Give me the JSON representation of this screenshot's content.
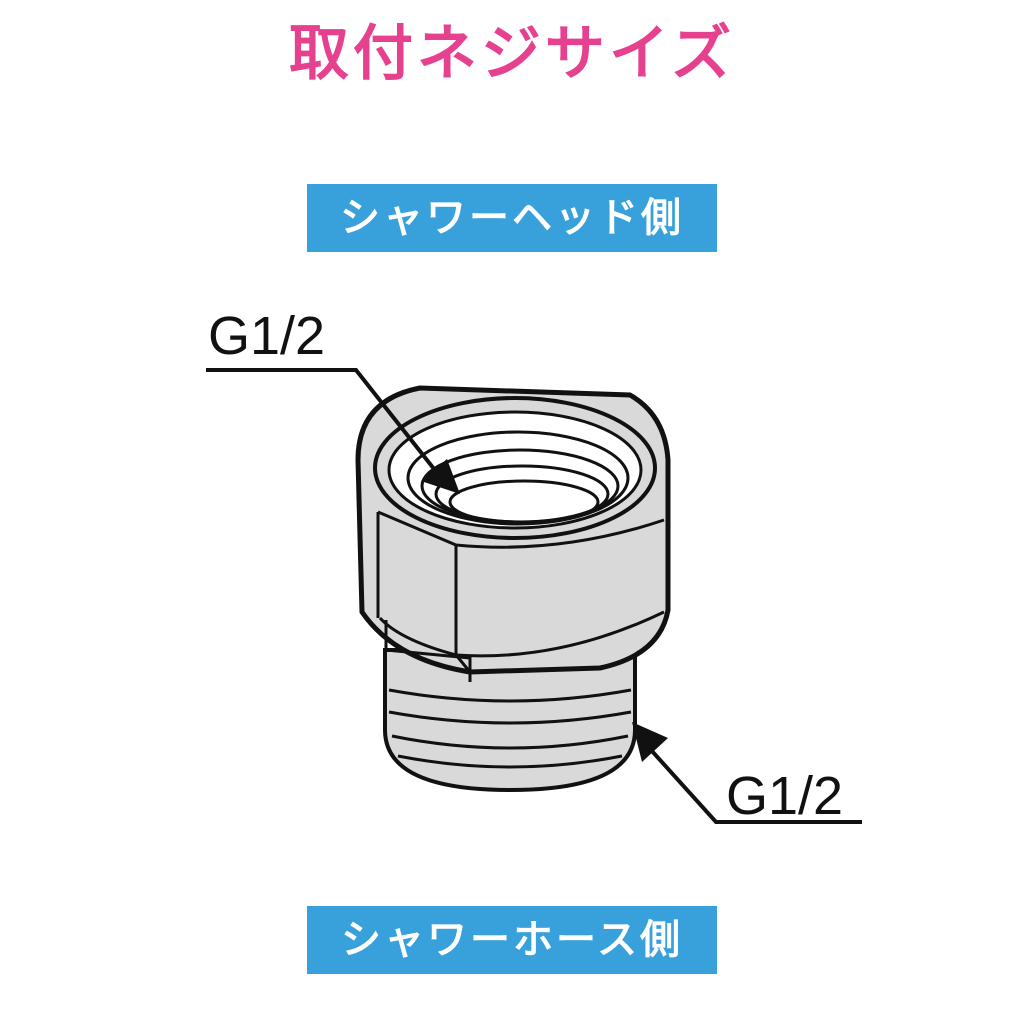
{
  "title": "取付ネジサイズ",
  "labels": {
    "top": "シャワーヘッド側",
    "bottom": "シャワーホース側"
  },
  "threads": {
    "top": "G1/2",
    "bottom": "G1/2"
  },
  "colors": {
    "title": "#e6418f",
    "label_background": "#38a1db",
    "label_text": "#ffffff",
    "part_fill": "#d9d9d9",
    "outline": "#111111"
  }
}
